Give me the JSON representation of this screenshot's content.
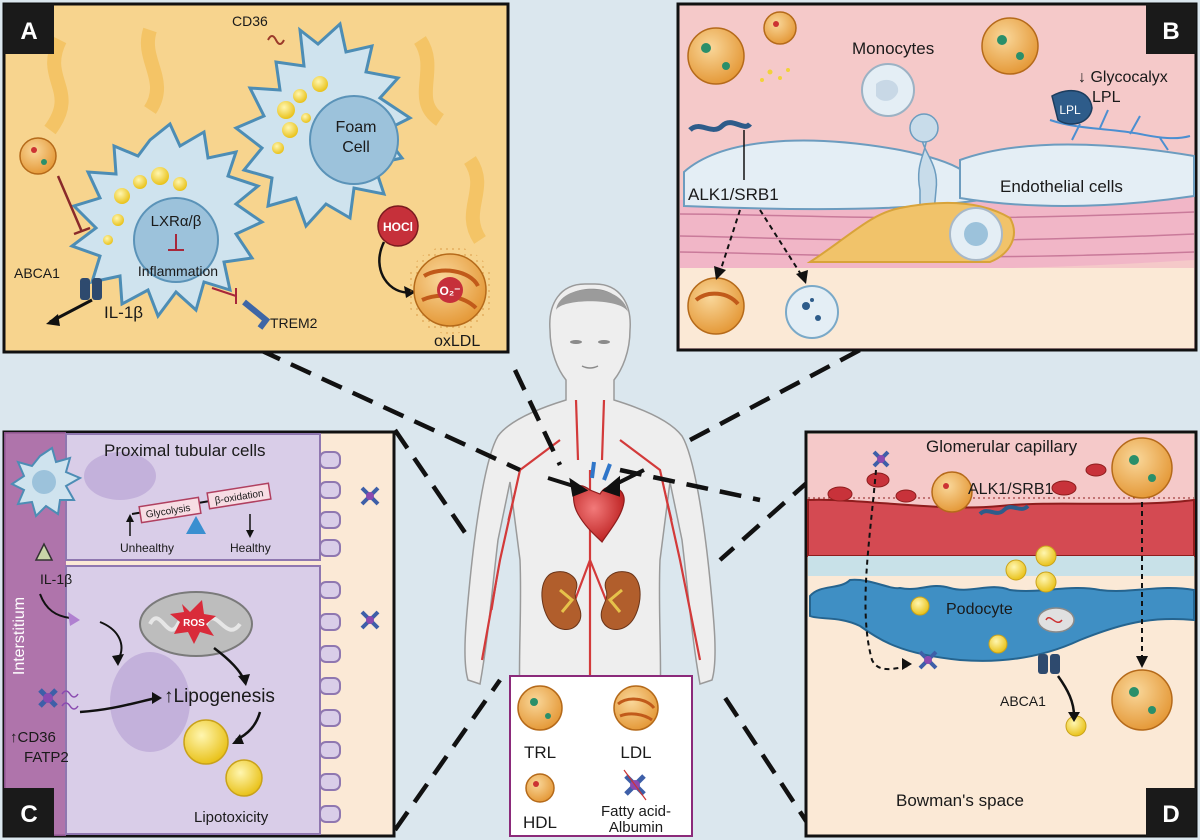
{
  "panels": {
    "a": {
      "letter": "A",
      "cd36": "CD36",
      "foam_cell_1": "Foam",
      "foam_cell_2": "Cell",
      "lxr": "LXRα/β",
      "inflammation": "Inflammation",
      "abca1": "ABCA1",
      "il1b": "IL-1β",
      "trem2": "TREM2",
      "hocl": "HOCl",
      "o2": "O₂⁻",
      "oxldl": "oxLDL"
    },
    "b": {
      "letter": "B",
      "monocytes": "Monocytes",
      "glycocalyx": "↓ Glycocalyx",
      "lpl_label": "LPL",
      "lpl_badge": "LPL",
      "alk1_srb1": "ALK1/SRB1",
      "endothelial": "Endothelial cells"
    },
    "c": {
      "letter": "C",
      "proximal": "Proximal tubular cells",
      "glycolysis": "Glycolysis",
      "beta_ox": "β-oxidation",
      "unhealthy": "Unhealthy",
      "healthy": "Healthy",
      "il1b": "IL-1β",
      "interstitium": "Interstitium",
      "ros": "ROS",
      "lipogenesis": "↑Lipogenesis",
      "cd36": "↑CD36",
      "fatp2": "FATP2",
      "lipotoxicity": "Lipotoxicity"
    },
    "d": {
      "letter": "D",
      "glomerular": "Glomerular capillary",
      "alk1_srb1": "ALK1/SRB1",
      "podocyte": "Podocyte",
      "abca1": "ABCA1",
      "bowman": "Bowman's space"
    }
  },
  "legend": {
    "trl": "TRL",
    "ldl": "LDL",
    "hdl": "HDL",
    "fa1": "Fatty acid-",
    "fa2": "Albumin"
  },
  "colors": {
    "panel_a_bg": "#f7d48e",
    "panel_b_bg": "#f5c9c9",
    "panel_c_bg": "#fbe9d6",
    "panel_d_bg": "#fbe9d6",
    "cell_blue": "#cfe3ee",
    "cell_border": "#4d8db5",
    "lipid_yellow": "#f2d23a",
    "artery_red": "#d33a3a",
    "legend_border": "#8b2a7a"
  }
}
